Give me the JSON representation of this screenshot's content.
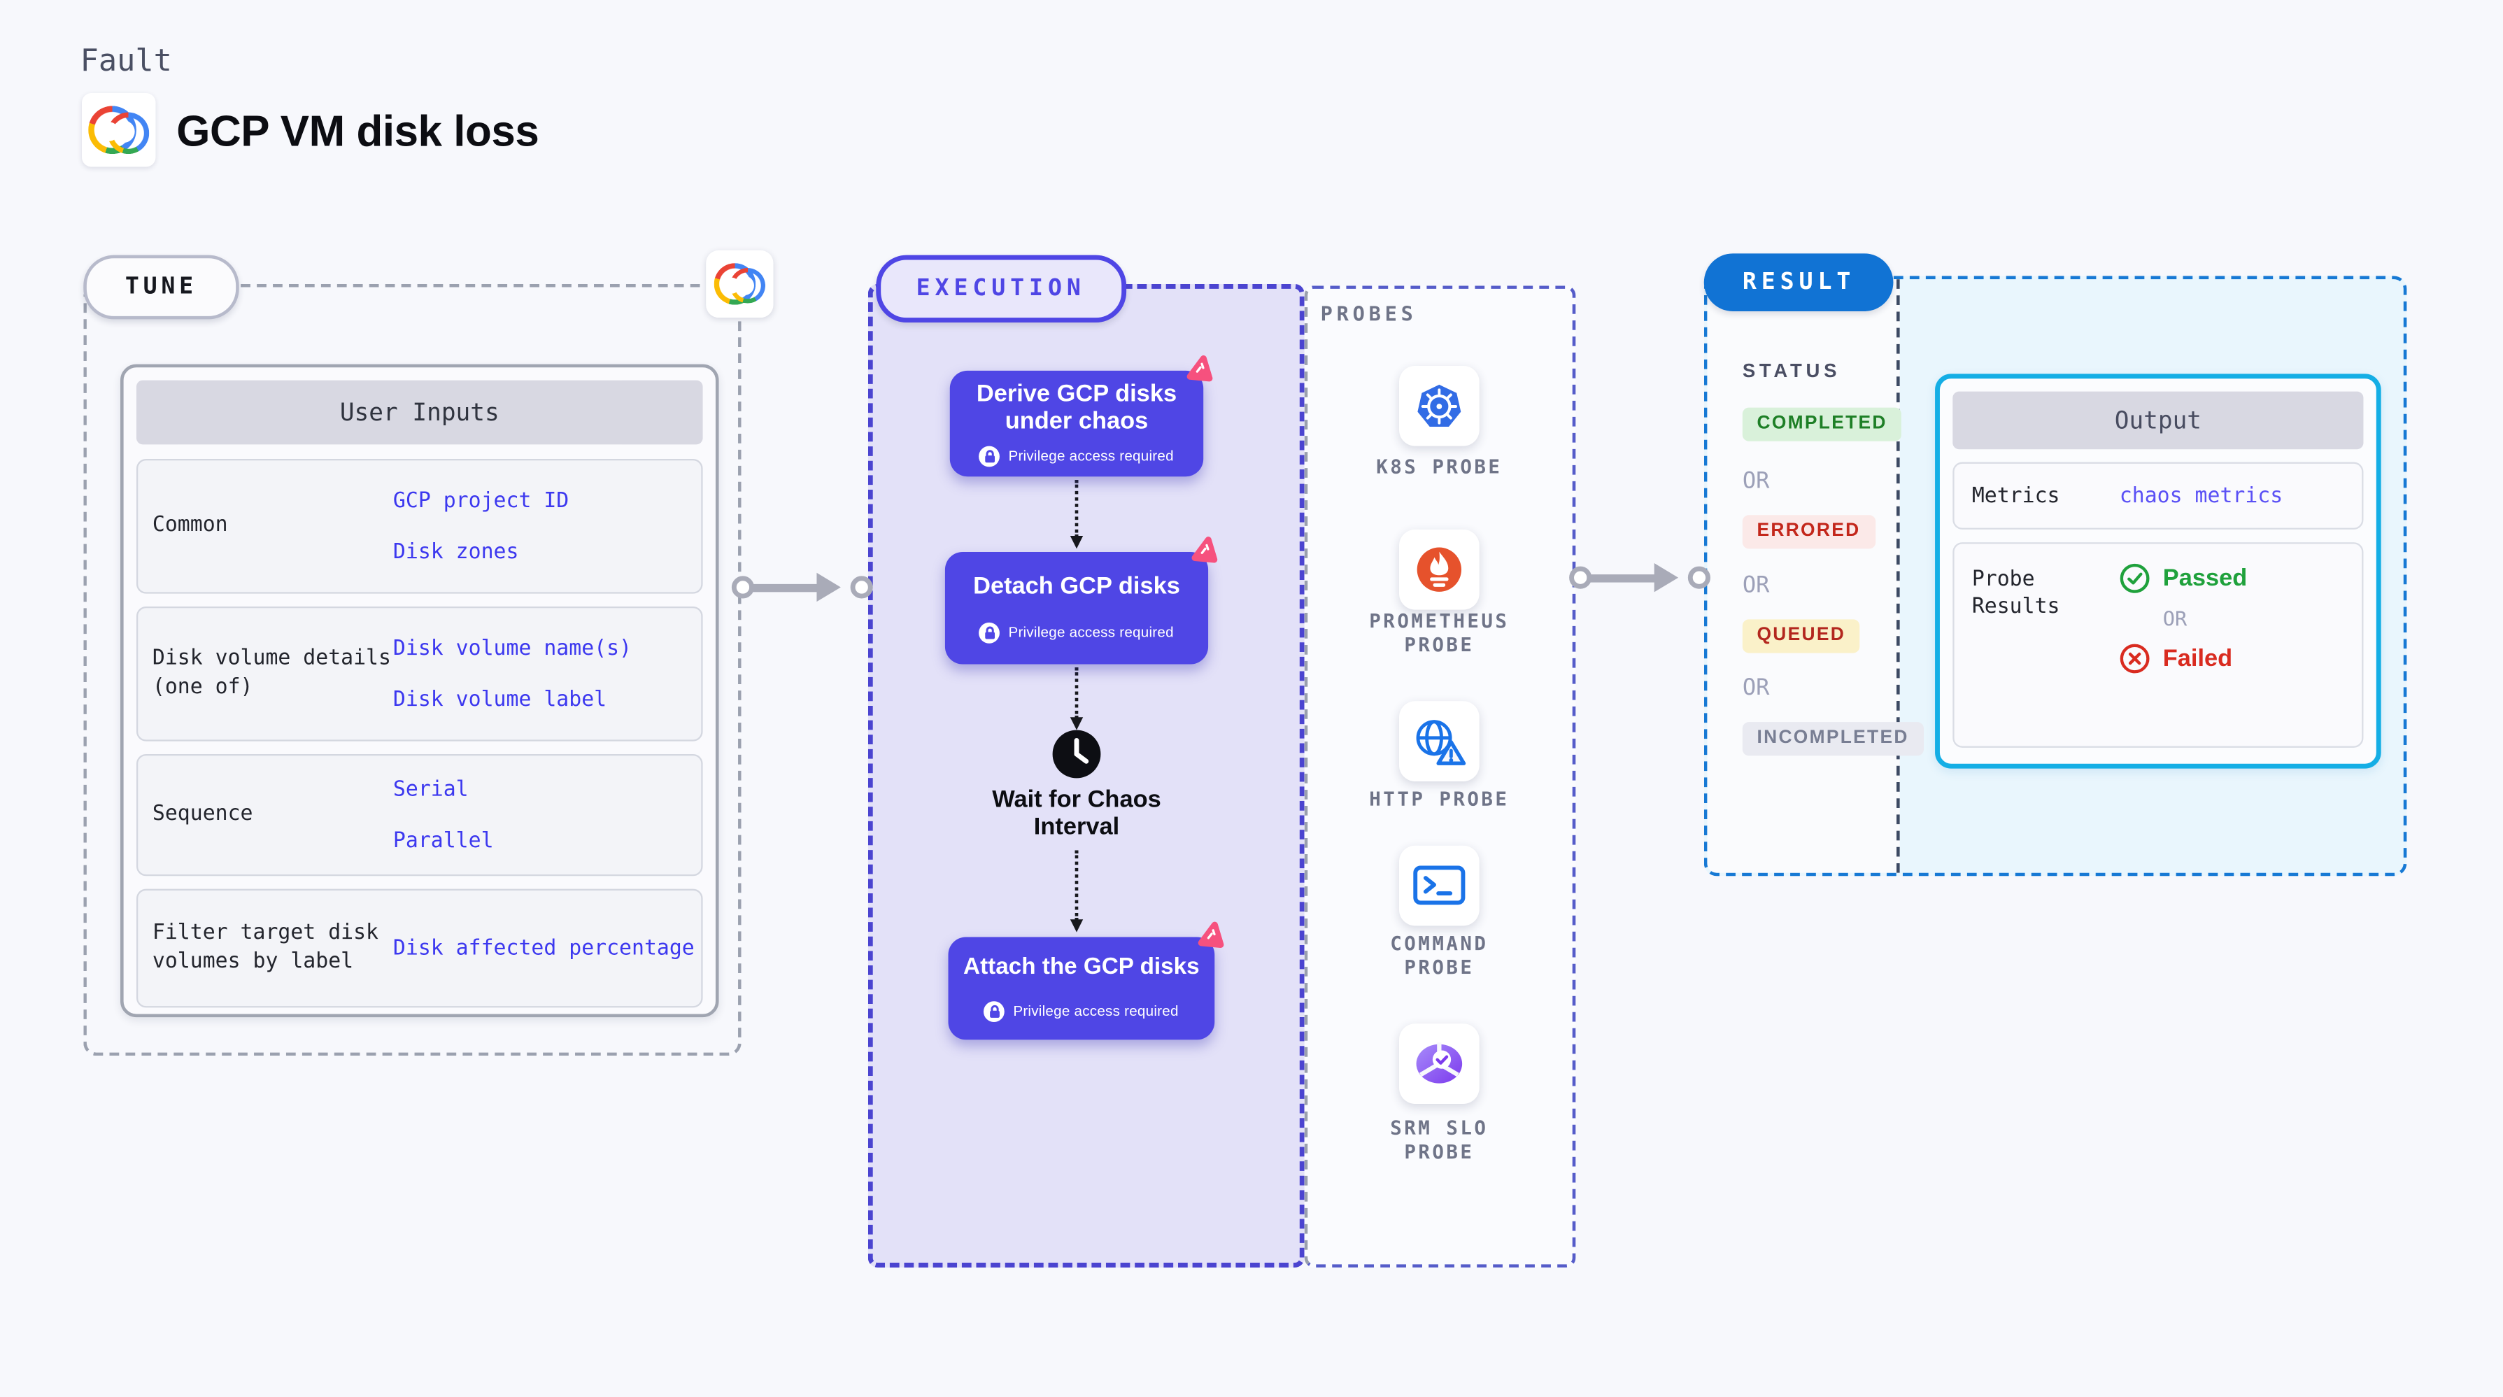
{
  "header": {
    "eyebrow": "Fault",
    "title": "GCP VM disk loss",
    "logo": "gcp-cloud-logo"
  },
  "tune": {
    "pill_label": "TUNE",
    "corner_icon": "gcp-cloud-logo",
    "table": {
      "header": "User Inputs",
      "rows": [
        {
          "label": "Common",
          "values": [
            "GCP project ID",
            "Disk zones"
          ]
        },
        {
          "label": "Disk volume details (one of)",
          "values": [
            "Disk volume name(s)",
            "Disk volume label"
          ]
        },
        {
          "label": "Sequence",
          "values": [
            "Serial",
            "Parallel"
          ]
        },
        {
          "label": "Filter target disk volumes by label",
          "values": [
            "Disk affected percentage"
          ]
        }
      ]
    }
  },
  "execution": {
    "pill_label": "EXECUTION",
    "nodes": [
      {
        "title": "Derive GCP disks under chaos",
        "badge": "Privilege access required",
        "icon": "chaos-icon"
      },
      {
        "title": "Detach GCP disks",
        "badge": "Privilege access required",
        "icon": "chaos-icon"
      },
      {
        "title": "Attach the GCP disks",
        "badge": "Privilege access required",
        "icon": "chaos-icon"
      }
    ],
    "wait_step": {
      "title": "Wait for Chaos Interval",
      "icon": "clock-icon"
    }
  },
  "probes": {
    "heading": "PROBES",
    "items": [
      {
        "label": "K8S PROBE",
        "icon": "kubernetes-icon"
      },
      {
        "label": "PROMETHEUS PROBE",
        "icon": "prometheus-icon"
      },
      {
        "label": "HTTP PROBE",
        "icon": "http-globe-warning-icon"
      },
      {
        "label": "COMMAND PROBE",
        "icon": "terminal-icon"
      },
      {
        "label": "SRM SLO PROBE",
        "icon": "srm-slo-icon"
      }
    ]
  },
  "result": {
    "pill_label": "RESULT",
    "status_heading": "STATUS",
    "or_separator": "OR",
    "statuses": [
      {
        "label": "COMPLETED",
        "style": "green"
      },
      {
        "label": "ERRORED",
        "style": "red"
      },
      {
        "label": "QUEUED",
        "style": "yellow"
      },
      {
        "label": "INCOMPLETED",
        "style": "gray"
      }
    ],
    "output": {
      "header": "Output",
      "metrics_label": "Metrics",
      "metrics_value": "chaos metrics",
      "probe_results_label": "Probe Results",
      "passed_label": "Passed",
      "or_separator": "OR",
      "failed_label": "Failed"
    }
  },
  "colors": {
    "accent_indigo": "#4F46E5",
    "execution_bg": "#E3E1F8",
    "result_blue": "#1173D4",
    "output_border": "#14AEE5",
    "link_blue": "#3C38EF",
    "passed_green": "#1FA13C",
    "failed_red": "#D92B20",
    "chaos_pink": "#F6517E"
  }
}
